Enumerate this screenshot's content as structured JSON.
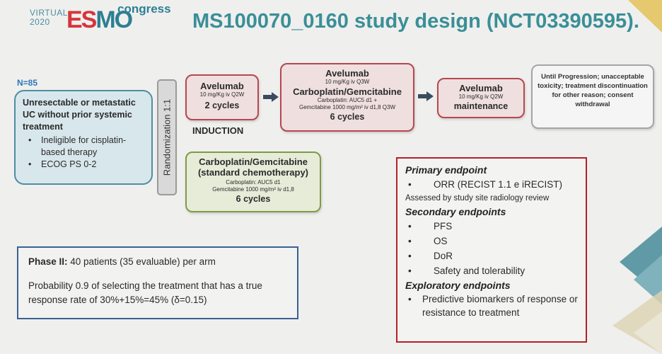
{
  "logo": {
    "virtual": "VIRTUAL",
    "year": "2020",
    "esmo_red": "ES",
    "esmo_rest": "MO",
    "congress": "congress"
  },
  "title": "MS100070_0160 study design (NCT03390595).",
  "n_label": "N=85",
  "patients": {
    "heading": "Unresectable or metastatic UC without prior systemic treatment",
    "items": [
      "Ineligible for cisplatin-based therapy",
      "ECOG PS 0-2"
    ]
  },
  "randomization": "Randomization 1:1",
  "arm_a": {
    "induction_box": {
      "name": "Avelumab",
      "dose": "10 mg/Kg iv Q2W",
      "cycles": "2 cycles"
    },
    "induction_label": "INDUCTION",
    "combo_box": {
      "name1": "Avelumab",
      "dose1": "10 mg/Kg iv Q3W",
      "name2": "Carboplatin/Gemcitabine",
      "dose2": "Carboplatin: AUC5 d1 +",
      "dose3": "Gemcitabine 1000 mg/m² iv d1,8  Q3W",
      "cycles": "6 cycles"
    },
    "maintenance_box": {
      "name": "Avelumab",
      "dose": "10 mg/Kg iv Q2W",
      "cycles": "maintenance"
    },
    "until_box": {
      "text": "Until Progression; unacceptable toxicity; treatment discontinuation for other reason; consent withdrawal"
    }
  },
  "arm_b": {
    "name1": "Carboplatin/Gemcitabine",
    "name2": "(standard chemotherapy)",
    "dose1": "Carboplatin: AUC5 d1",
    "dose2": "Gemcitabine 1000 mg/m² iv d1,8",
    "cycles": "6 cycles"
  },
  "phase": {
    "label": "Phase II:",
    "text1": " 40 patients (35 evaluable) per arm",
    "text2": "Probability 0.9 of selecting the treatment that has a true response rate of 30%+15%=45% (δ=0.15)"
  },
  "endpoints": {
    "primary_heading": "Primary endpoint",
    "primary_item": "ORR  (RECIST 1.1 e iRECIST)",
    "primary_note": "Assessed by study site radiology review",
    "secondary_heading": "Secondary endpoints",
    "secondary_items": [
      "PFS",
      "OS",
      "DoR",
      "Safety and tolerability"
    ],
    "exploratory_heading": "Exploratory endpoints",
    "exploratory_item": "Predictive biomarkers of response or resistance to treatment"
  },
  "colors": {
    "title": "#3a8f97",
    "red_box": "#b5484f",
    "green_box": "#7f9b46",
    "patient_box": "#4e8ea0",
    "endpoint_border": "#b3212b",
    "phase_border": "#3b6191"
  }
}
